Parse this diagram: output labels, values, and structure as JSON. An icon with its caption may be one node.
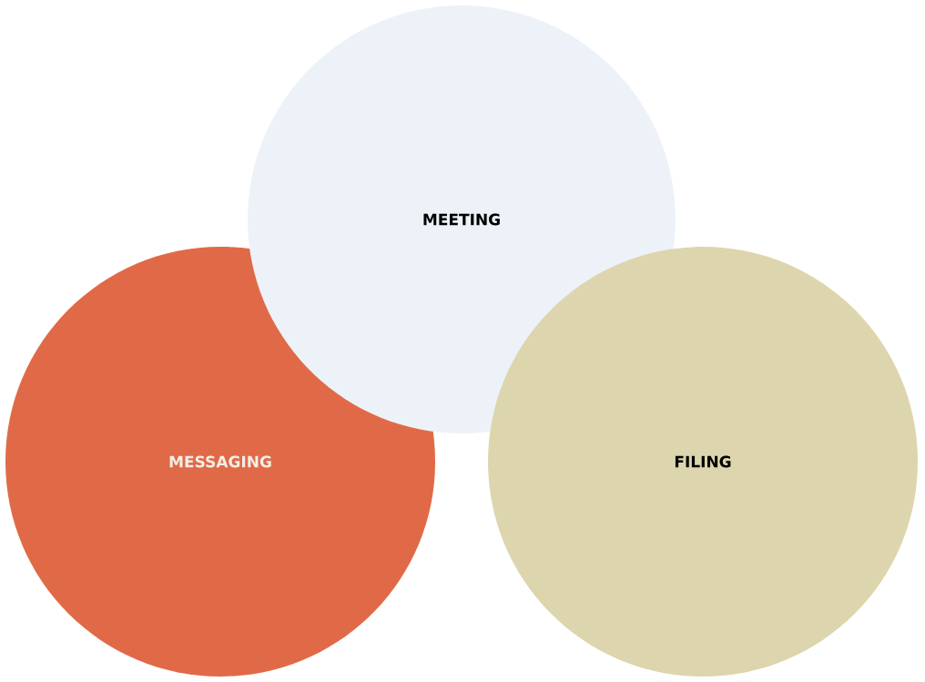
{
  "diagram": {
    "nodes": [
      {
        "text": [
          "MEETING"
        ]
      },
      {
        "text": [
          "MESSAGING"
        ]
      },
      {
        "text": [
          "FILING"
        ]
      }
    ]
  }
}
